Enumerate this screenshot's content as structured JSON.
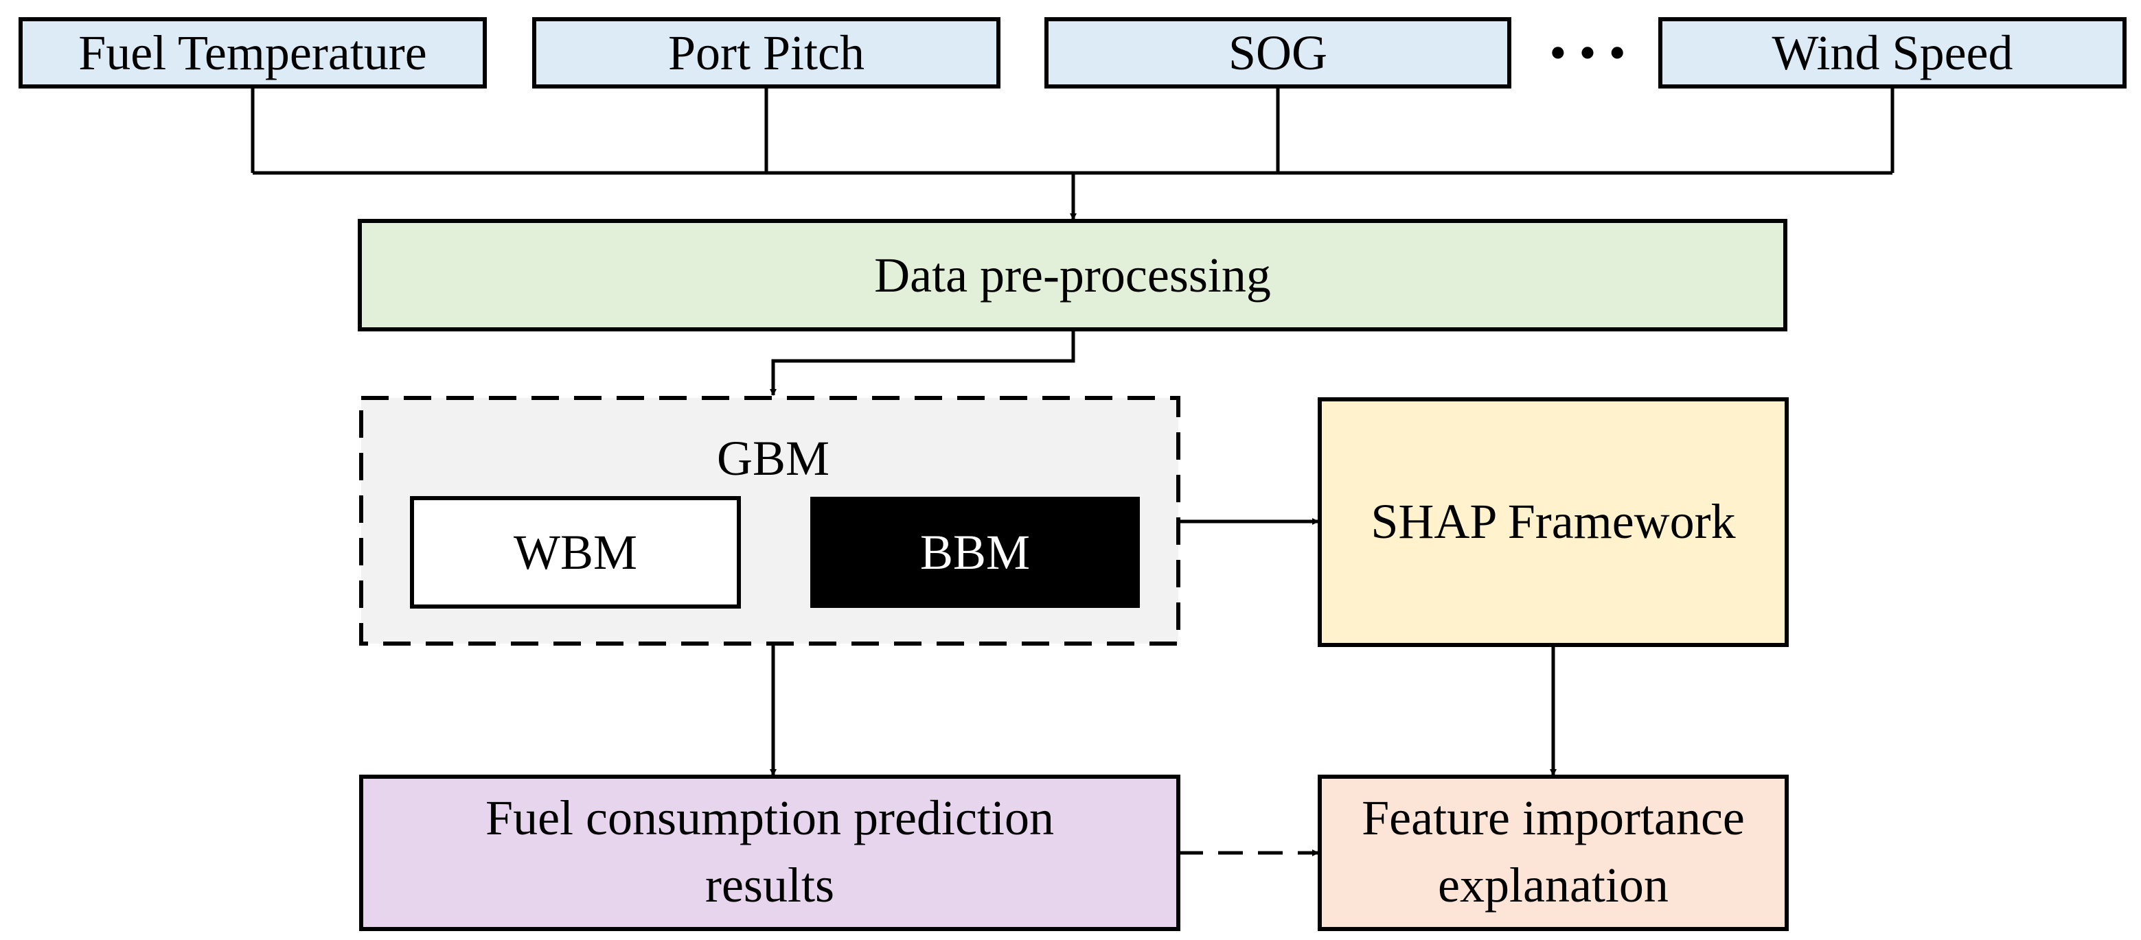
{
  "inputs": [
    {
      "label": "Fuel Temperature"
    },
    {
      "label": "Port Pitch"
    },
    {
      "label": "SOG"
    },
    {
      "label": "Wind Speed"
    }
  ],
  "ellipsis": "• • •",
  "preprocessing": {
    "label": "Data pre-processing"
  },
  "gbm": {
    "label": "GBM",
    "wbm_label": "WBM",
    "bbm_label": "BBM"
  },
  "shap": {
    "label": "SHAP Framework"
  },
  "prediction": {
    "line1": "Fuel consumption prediction",
    "line2": "results"
  },
  "importance": {
    "line1": "Feature importance",
    "line2": "explanation"
  },
  "colors": {
    "input_fill": "#DDEBF7",
    "preprocessing_fill": "#E2F0D9",
    "gbm_fill": "#F2F2F2",
    "bbm_fill": "#000000",
    "shap_fill": "#FFF2CC",
    "prediction_fill": "#E6D5EC",
    "importance_fill": "#FCE4D6"
  }
}
